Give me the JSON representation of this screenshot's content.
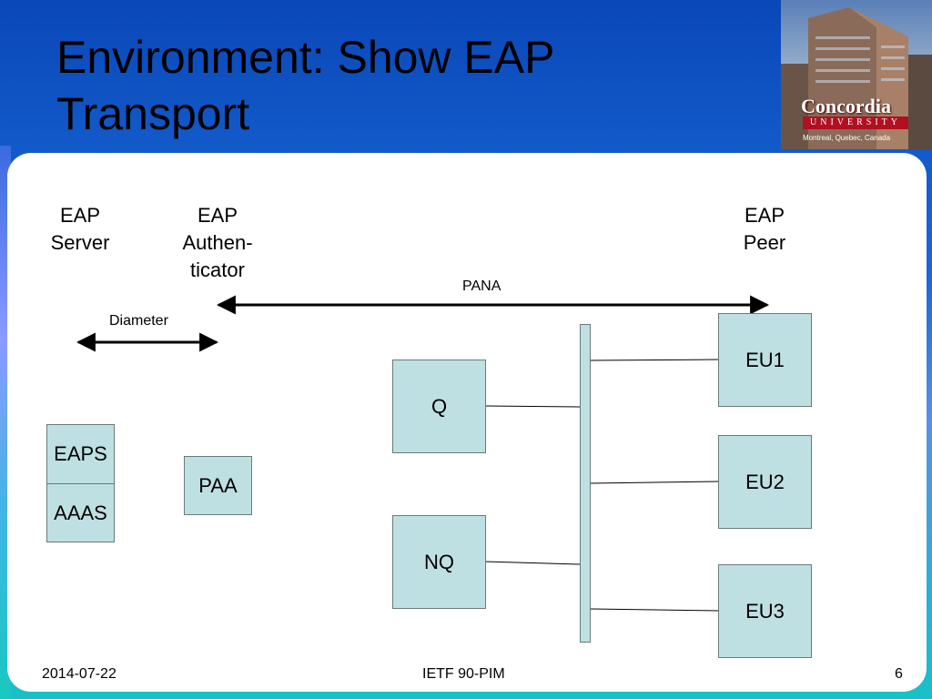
{
  "slide": {
    "title_line1": "Environment: Show EAP",
    "title_line2": "Transport"
  },
  "logo": {
    "name": "Concordia",
    "university": "UNIVERSITY",
    "city": "Montreal, Quebec, Canada"
  },
  "diagram": {
    "eap_server": [
      "EAP",
      "Server"
    ],
    "eap_authenticator": [
      "EAP",
      "Authen-",
      "ticator"
    ],
    "eap_peer": [
      "EAP",
      "Peer"
    ],
    "pana_label": "PANA",
    "diameter_label": "Diameter",
    "boxes": {
      "eaps": "EAPS",
      "aaas": "AAAS",
      "paa": "PAA",
      "q": "Q",
      "nq": "NQ",
      "eu1": "EU1",
      "eu2": "EU2",
      "eu3": "EU3"
    },
    "colors": {
      "box_fill": "#bfe0e2",
      "title_text": "#000000",
      "background": "#1a6ad8"
    }
  },
  "footer": {
    "date": "2014-07-22",
    "center": "IETF 90-PIM",
    "page": "6"
  }
}
